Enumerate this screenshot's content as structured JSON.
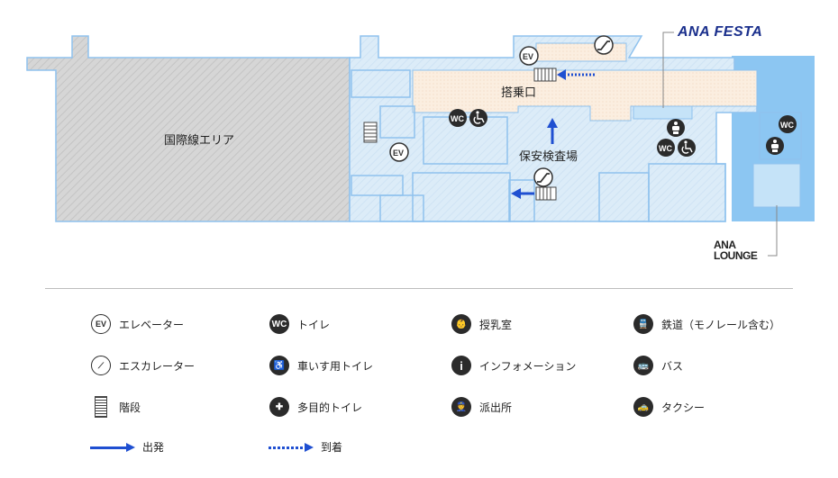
{
  "brand": {
    "ana_festa": "ANA FESTA",
    "ana_lounge_line1": "ANA",
    "ana_lounge_line2": "LOUNGE"
  },
  "map": {
    "international_area": "国際線エリア",
    "boarding_gate": "搭乗口",
    "security_checkpoint": "保安検査場",
    "ev_label": "EV",
    "wc_label": "WC"
  },
  "colors": {
    "international_area": "#d6d6d6",
    "departure_zone": "#fbeee0",
    "secure_zone": "#dcecf8",
    "water": "#8cc6f2",
    "outline": "#8fc2ee",
    "arrow": "#1f4fd1"
  },
  "legend": [
    {
      "icon": "ev",
      "label": "エレベーター"
    },
    {
      "icon": "wc",
      "label": "トイレ"
    },
    {
      "icon": "nursing",
      "label": "授乳室"
    },
    {
      "icon": "rail",
      "label": "鉄道（モノレール含む）"
    },
    {
      "icon": "escalator",
      "label": "エスカレーター"
    },
    {
      "icon": "wheelchair",
      "label": "車いす用トイレ"
    },
    {
      "icon": "info",
      "label": "インフォメーション"
    },
    {
      "icon": "bus",
      "label": "バス"
    },
    {
      "icon": "stairs",
      "label": "階段"
    },
    {
      "icon": "multipurpose",
      "label": "多目的トイレ"
    },
    {
      "icon": "police",
      "label": "派出所"
    },
    {
      "icon": "taxi",
      "label": "タクシー"
    },
    {
      "icon": "arrow-departure",
      "label": "出発"
    },
    {
      "icon": "arrow-arrival",
      "label": "到着"
    }
  ]
}
